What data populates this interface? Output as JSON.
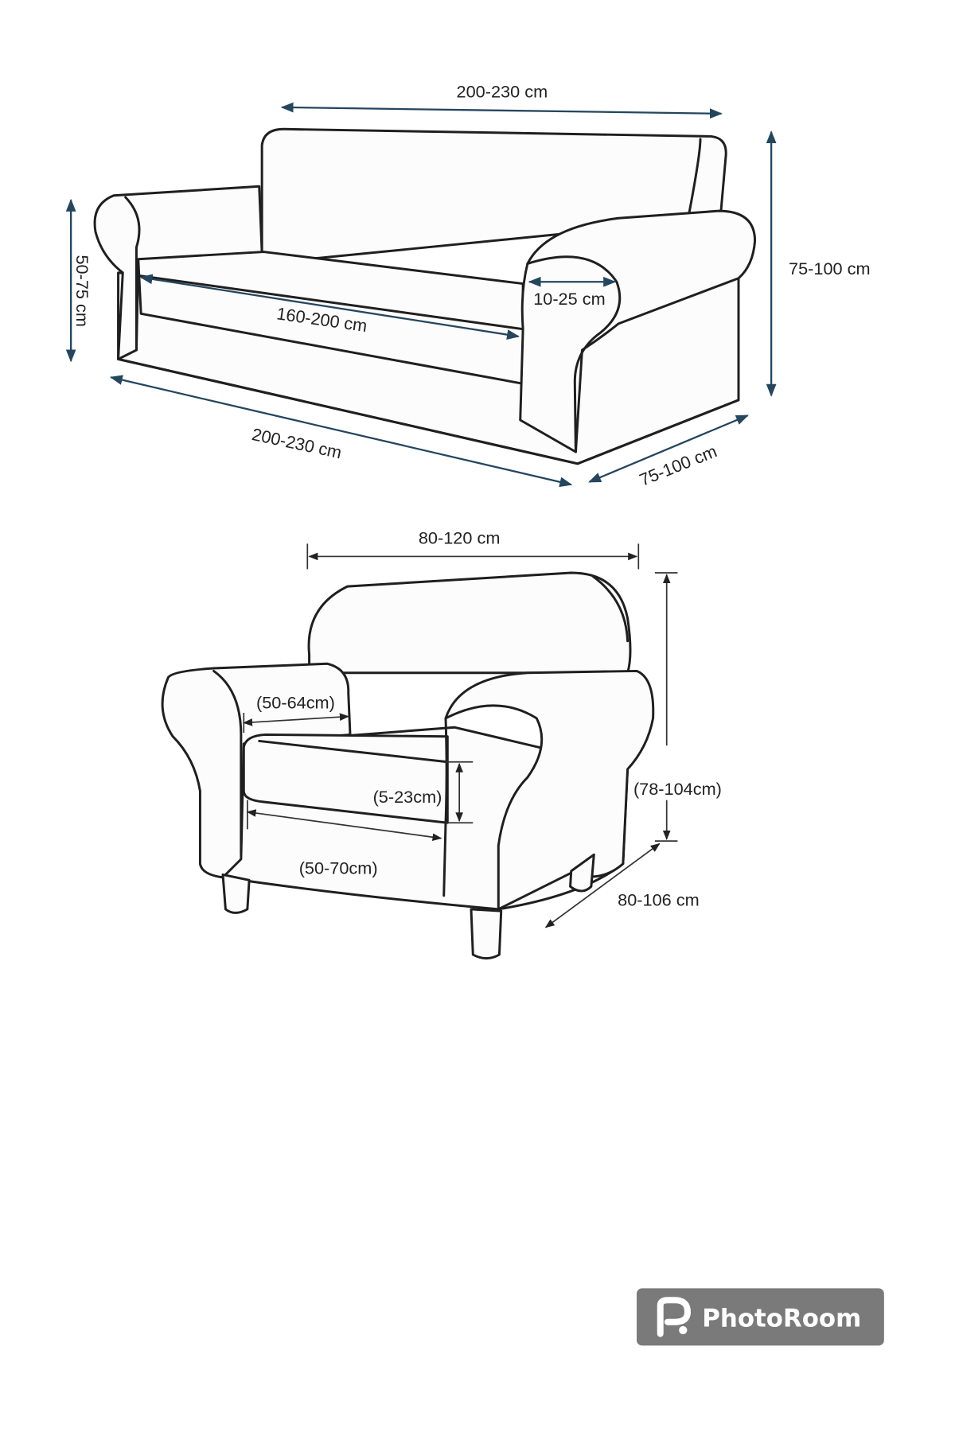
{
  "sofa": {
    "back_width": "200-230 cm",
    "total_height": "75-100 cm",
    "arm_height": "50-75 cm",
    "seat_width": "160-200 cm",
    "arm_width": "10-25 cm",
    "front_width": "200-230 cm",
    "depth": "75-100 cm"
  },
  "armchair": {
    "width": "80-120 cm",
    "height": "(78-104cm)",
    "depth": "80-106 cm",
    "arm_width": "(50-64cm)",
    "cushion_height": "(5-23cm)",
    "seat_width": "(50-70cm)"
  },
  "watermark": {
    "label": "PhotoRoom",
    "color": "#7a7a7a"
  },
  "colors": {
    "dimension_line": "#24465f",
    "outline": "#1f1f1f"
  }
}
